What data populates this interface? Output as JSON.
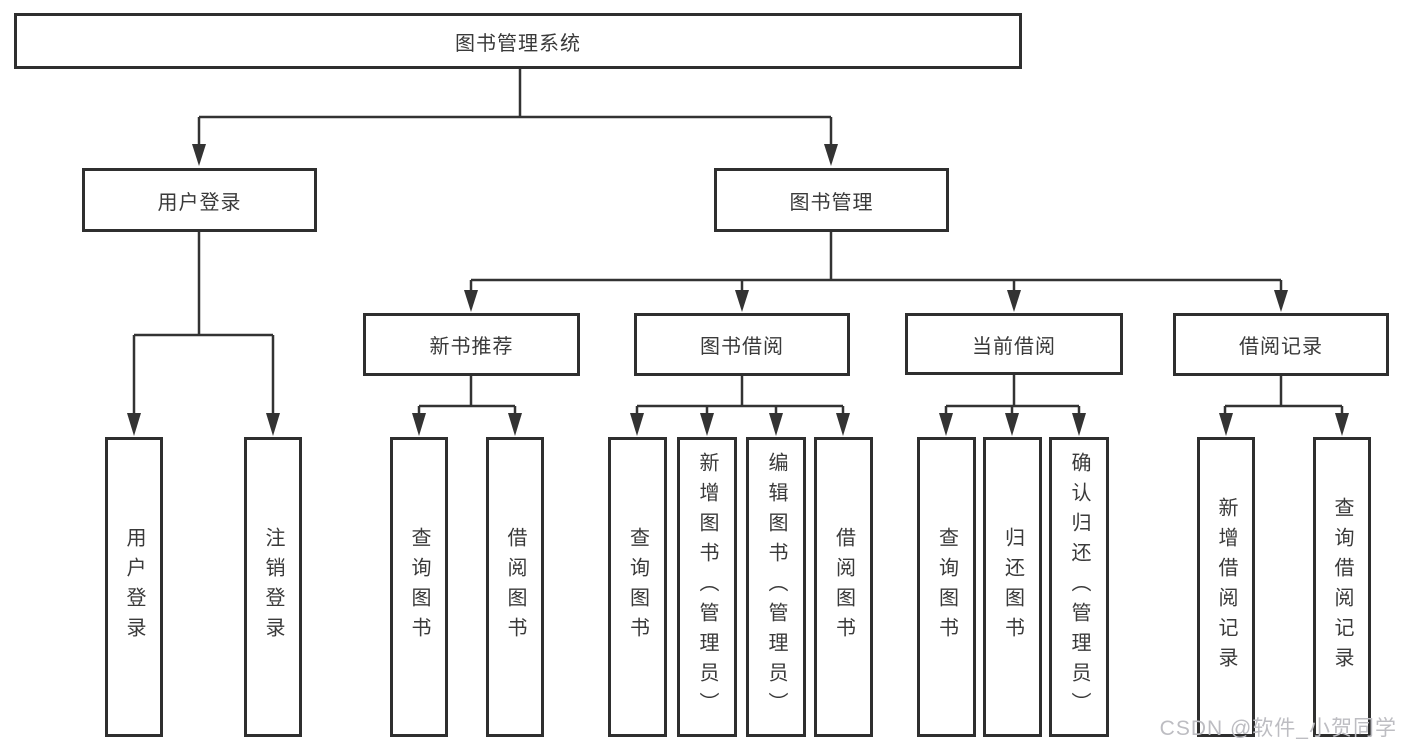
{
  "diagram": {
    "title": "图书管理系统",
    "branches": [
      {
        "label": "用户登录",
        "leaves": [
          "用户登录",
          "注销登录"
        ]
      },
      {
        "label": "图书管理",
        "groups": [
          {
            "label": "新书推荐",
            "leaves": [
              "查询图书",
              "借阅图书"
            ]
          },
          {
            "label": "图书借阅",
            "leaves": [
              "查询图书",
              "新增图书（管理员）",
              "编辑图书（管理员）",
              "借阅图书"
            ]
          },
          {
            "label": "当前借阅",
            "leaves": [
              "查询图书",
              "归还图书",
              "确认归还（管理员）"
            ]
          },
          {
            "label": "借阅记录",
            "leaves": [
              "新增借阅记录",
              "查询借阅记录"
            ]
          }
        ]
      }
    ]
  },
  "watermark": {
    "text": "CSDN @软件_小贺同学"
  },
  "colors": {
    "line": "#333333",
    "box_border": "#2f2f2f",
    "text": "#3a3a3a",
    "background": "#ffffff",
    "watermark": "#bdbdc2"
  }
}
